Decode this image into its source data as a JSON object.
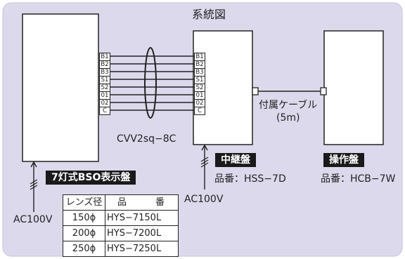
{
  "title": "系統図",
  "colors": {
    "background_panel": "#dcd9ec",
    "panel_border": "#c8c3dd",
    "box_fill": "#ffffff",
    "line": "#222222",
    "badge_fill": "#1a1a1a",
    "badge_text": "#ffffff"
  },
  "bso_panel": {
    "label": "7灯式BSO表示盤",
    "power": "AC100V"
  },
  "relay_panel": {
    "label": "中継盤",
    "model": "品番：HSS−7D",
    "power": "AC100V"
  },
  "operation_panel": {
    "label": "操作盤",
    "model": "品番：HCB−7W"
  },
  "terminals": [
    "B1",
    "B2",
    "B3",
    "S1",
    "S2",
    "01",
    "02",
    "C"
  ],
  "cable_main": "CVV2sq−8C",
  "cable_accessory": {
    "line1": "付属ケーブル",
    "line2": "(5m)"
  },
  "lens_table": {
    "headers": [
      "レンズ径",
      "品　番"
    ],
    "rows": [
      {
        "diameter": "150ϕ",
        "code": "HYS−7150L"
      },
      {
        "diameter": "200ϕ",
        "code": "HYS−7200L"
      },
      {
        "diameter": "250ϕ",
        "code": "HYS−7250L"
      }
    ]
  }
}
